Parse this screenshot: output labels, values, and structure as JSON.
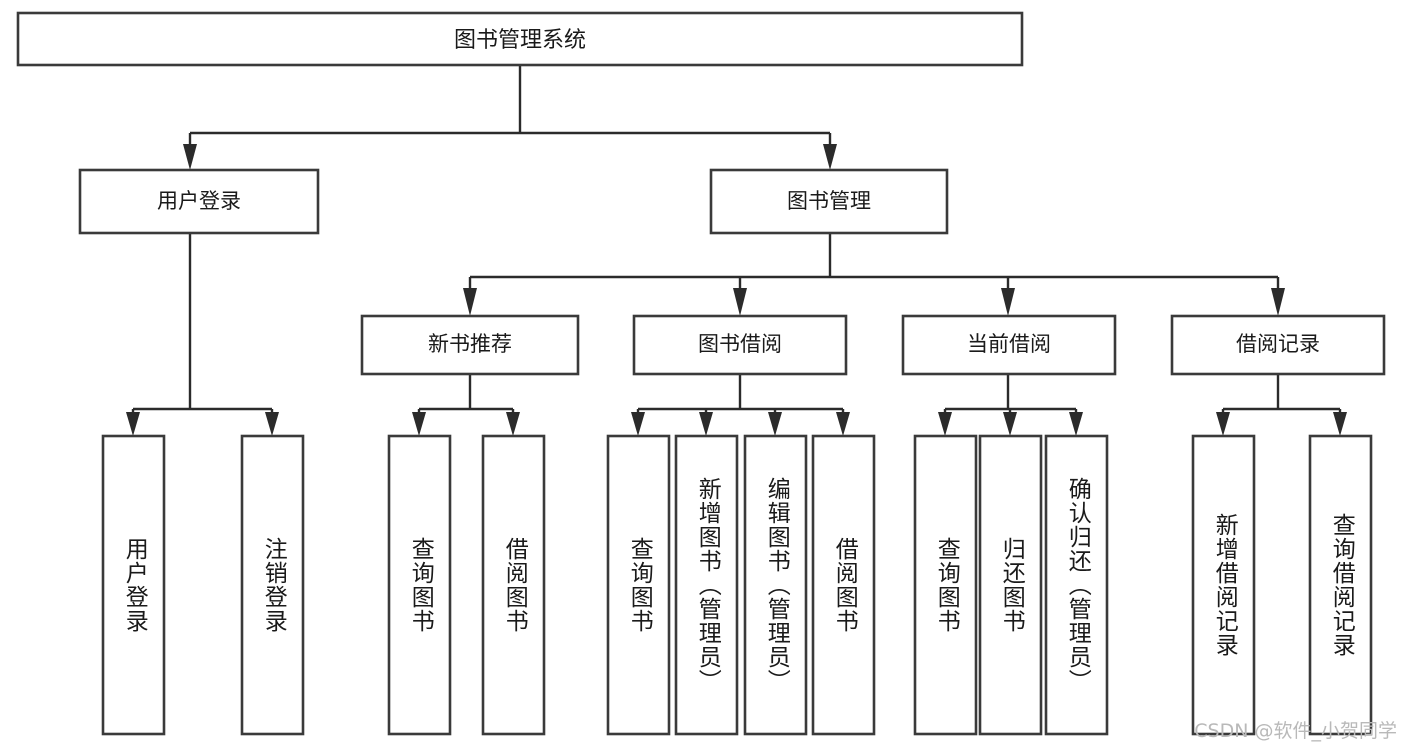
{
  "diagram": {
    "type": "tree",
    "title": "图书管理系统",
    "watermark": "CSDN @软件_小贺同学",
    "colors": {
      "box_stroke": "#3a3a3a",
      "box_fill": "#ffffff",
      "connector": "#2b2b2b",
      "text": "#1a1a1a",
      "watermark": "#b9b9b9",
      "background": "#ffffff"
    },
    "root": {
      "label": "图书管理系统"
    },
    "level2": [
      {
        "label": "用户登录"
      },
      {
        "label": "图书管理"
      }
    ],
    "level3": [
      {
        "label": "新书推荐"
      },
      {
        "label": "图书借阅"
      },
      {
        "label": "当前借阅"
      },
      {
        "label": "借阅记录"
      }
    ],
    "leaves": {
      "user_login": [
        {
          "label": "用户登录"
        },
        {
          "label": "注销登录"
        }
      ],
      "new_book_recommend": [
        {
          "label": "查询图书"
        },
        {
          "label": "借阅图书"
        }
      ],
      "book_borrow": [
        {
          "label": "查询图书"
        },
        {
          "label": "新增图书（管理员）"
        },
        {
          "label": "编辑图书（管理员）"
        },
        {
          "label": "借阅图书"
        }
      ],
      "current_borrow": [
        {
          "label": "查询图书"
        },
        {
          "label": "归还图书"
        },
        {
          "label": "确认归还（管理员）"
        }
      ],
      "borrow_record": [
        {
          "label": "新增借阅记录"
        },
        {
          "label": "查询借阅记录"
        }
      ]
    }
  }
}
